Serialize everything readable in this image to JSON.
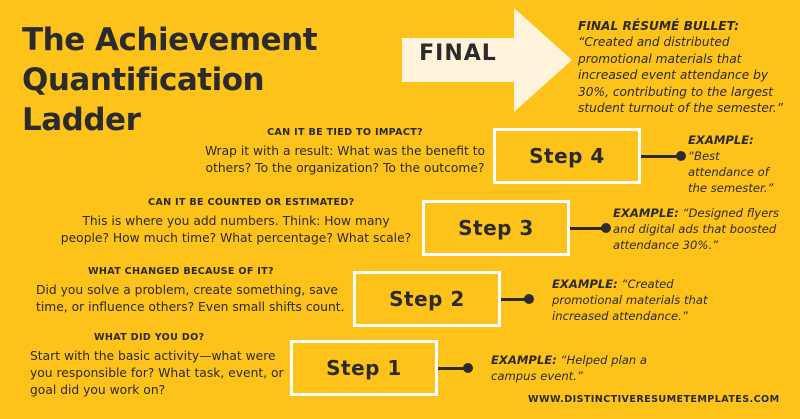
{
  "title": {
    "line1": "The Achievement",
    "line2": "Quantification",
    "line3": "Ladder"
  },
  "final": {
    "arrow_label": "FINAL",
    "label": "FINAL RÉSUMÉ BULLET:",
    "text": "“Created and distributed promotional materials that increased event attendance by 30%, contributing to the largest student turnout of the semester.”"
  },
  "steps": [
    {
      "label": "Step 1",
      "question": "WHAT DID YOU DO?",
      "description": "Start with the basic activity—what were you responsible for? What task, event, or goal did you work on?",
      "example_label": "EXAMPLE:",
      "example_text": "“Helped plan a campus event.”"
    },
    {
      "label": "Step 2",
      "question": "WHAT CHANGED BECAUSE OF IT?",
      "description": "Did you solve a problem, create something, save time, or influence others? Even small shifts count.",
      "example_label": "EXAMPLE:",
      "example_text": "“Created promotional materials that increased attendance.”"
    },
    {
      "label": "Step 3",
      "question": "CAN IT BE COUNTED OR ESTIMATED?",
      "description": "This is where you add numbers. Think: How many people? How much time? What percentage? What scale?",
      "example_label": "EXAMPLE:",
      "example_text": "“Designed flyers and digital ads that boosted attendance 30%.”"
    },
    {
      "label": "Step 4",
      "question": "CAN IT BE TIED TO IMPACT?",
      "description": "Wrap it with a result: What was the benefit to others? To the organization? To the outcome?",
      "example_label": "EXAMPLE:",
      "example_text": "“Best attendance of the semester.”"
    }
  ],
  "website": "WWW.DISTINCTIVERESUMETEMPLATES.COM",
  "colors": {
    "background": "#FDC31A",
    "arrow": "#FFF3DB",
    "box_border": "#FFFFFF",
    "text": "#2B2B2B"
  }
}
